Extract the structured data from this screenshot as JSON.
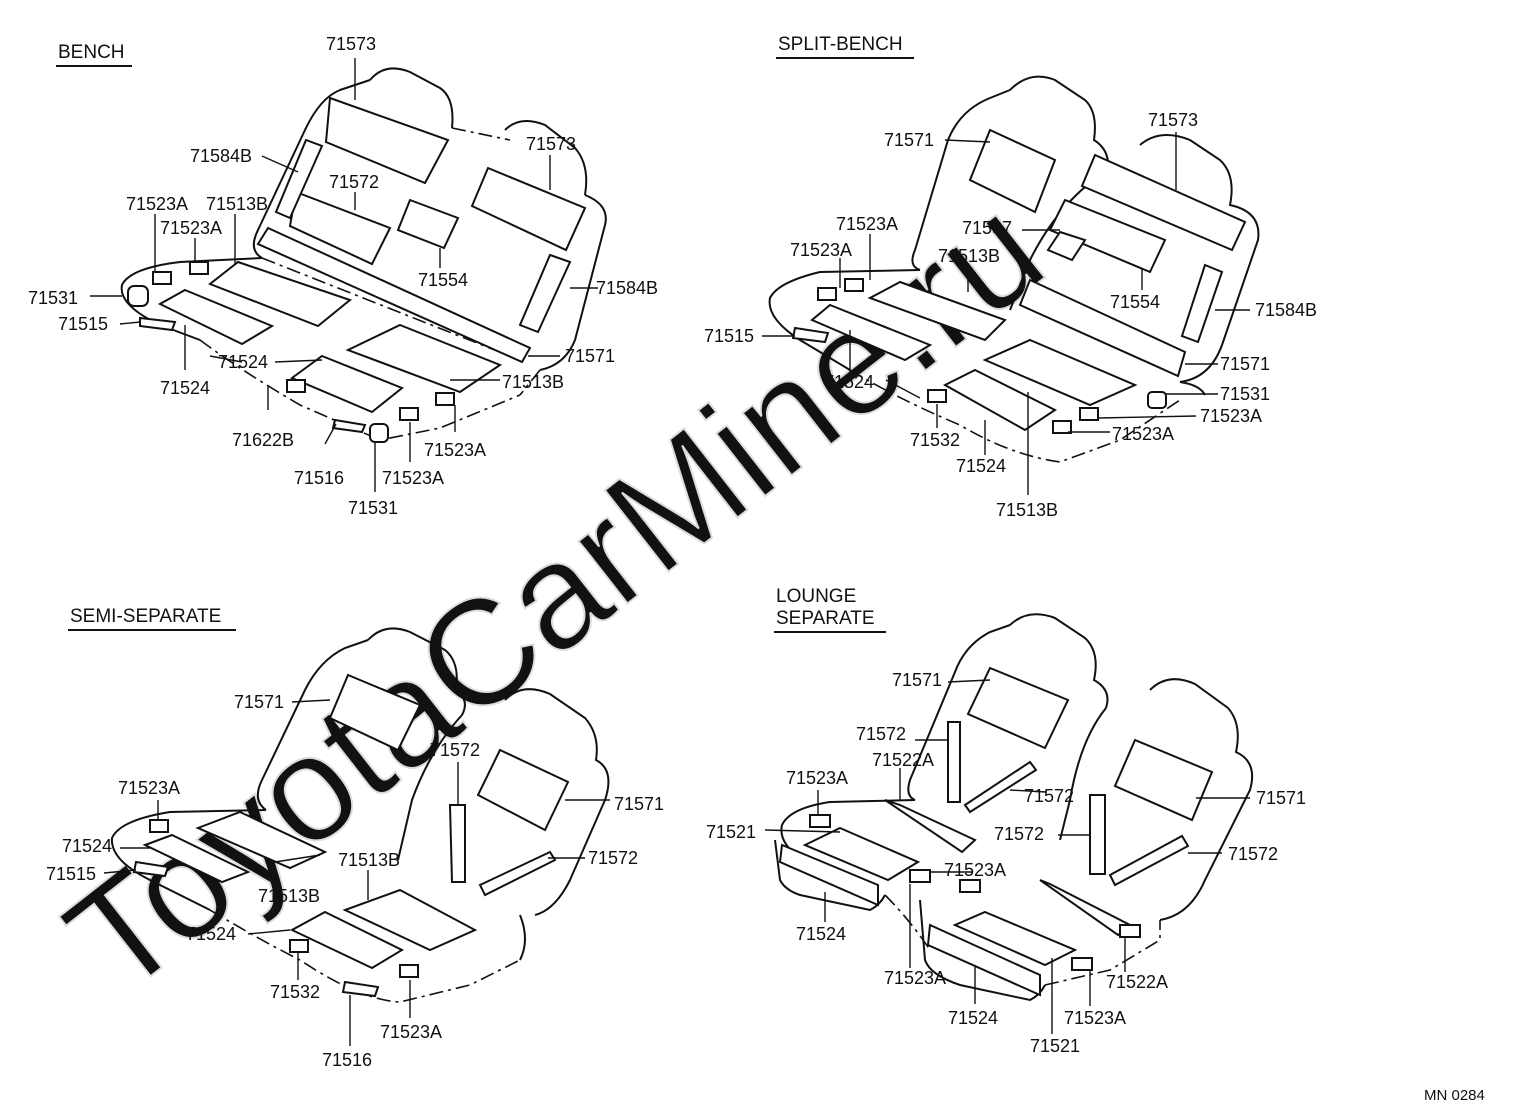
{
  "watermark": "ToyotaCarMine.ru",
  "code": "MN 0284",
  "sections": {
    "bench": {
      "title": "BENCH",
      "labels": [
        "71573",
        "71573",
        "71584B",
        "71572",
        "71523A",
        "71513B",
        "71523A",
        "71554",
        "71584B",
        "71531",
        "71515",
        "71571",
        "71524",
        "71524",
        "71513B",
        "71622B",
        "71523A",
        "71516",
        "71523A",
        "71531"
      ]
    },
    "split_bench": {
      "title": "SPLIT-BENCH",
      "labels": [
        "71571",
        "71573",
        "71523A",
        "71587",
        "71523A",
        "71513B",
        "71554",
        "71584B",
        "71515",
        "71571",
        "71524",
        "71531",
        "71523A",
        "71532",
        "71523A",
        "71524",
        "71513B"
      ]
    },
    "semi_separate": {
      "title": "SEMI-SEPARATE",
      "labels": [
        "71571",
        "71572",
        "71571",
        "71523A",
        "71524",
        "71513B",
        "71572",
        "71515",
        "71513B",
        "71524",
        "71532",
        "71523A",
        "71516"
      ]
    },
    "lounge_separate": {
      "title_line1": "LOUNGE",
      "title_line2": "SEPARATE",
      "labels": [
        "71571",
        "71572",
        "71522A",
        "71571",
        "71523A",
        "71572",
        "71521",
        "71572",
        "71572",
        "71523A",
        "71524",
        "71523A",
        "71522A",
        "71524",
        "71523A",
        "71521"
      ]
    }
  }
}
